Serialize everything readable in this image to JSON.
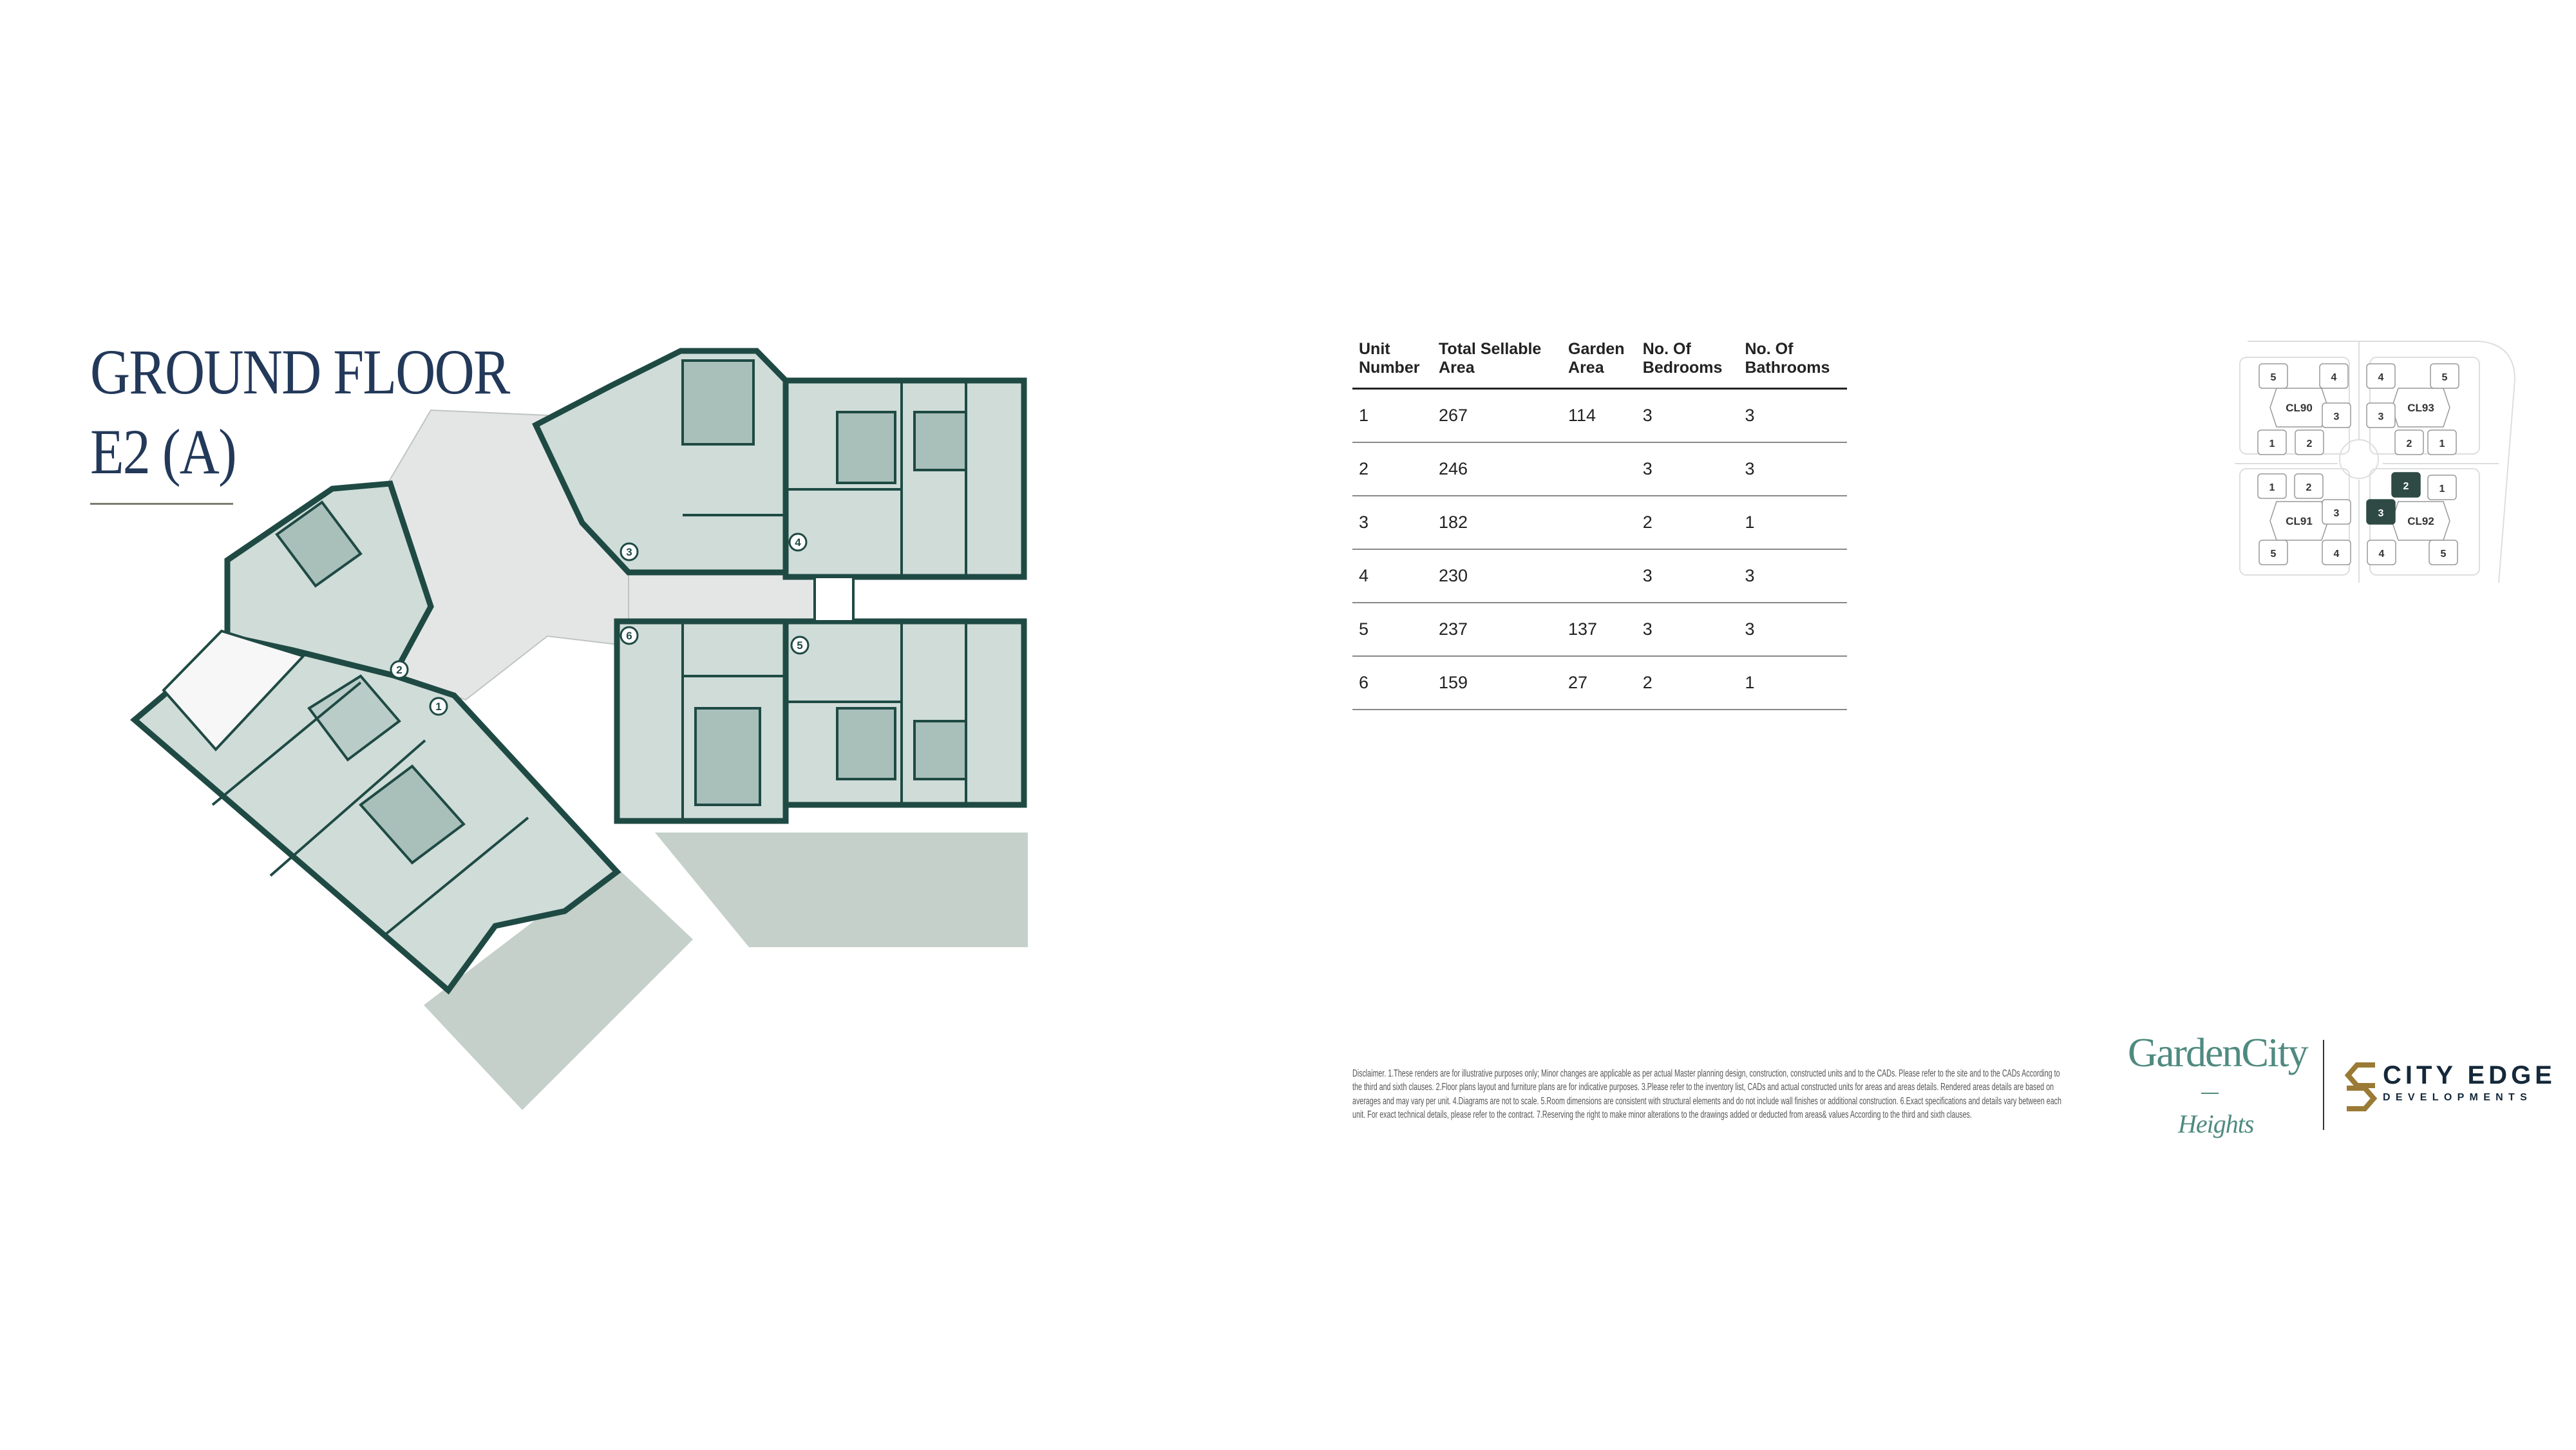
{
  "title": {
    "line1": "GROUND FLOOR",
    "line2": "E2 (A)"
  },
  "floor_plan": {
    "unit_markers": [
      "1",
      "2",
      "3",
      "4",
      "5",
      "6"
    ],
    "colors": {
      "room": "#cfdcd8",
      "room_dark": "#a9bfba",
      "wall": "#1f4a44",
      "circulation": "#e4e6e5",
      "garden": "#c4d0c9"
    }
  },
  "table": {
    "headers": [
      "Unit\nNumber",
      "Total Sellable\nArea",
      "Garden\nArea",
      "No. Of\nBedrooms",
      "No. Of\nBathrooms"
    ],
    "rows": [
      {
        "unit": "1",
        "area": "267",
        "garden": "114",
        "bedrooms": "3",
        "bathrooms": "3"
      },
      {
        "unit": "2",
        "area": "246",
        "garden": "",
        "bedrooms": "3",
        "bathrooms": "3"
      },
      {
        "unit": "3",
        "area": "182",
        "garden": "",
        "bedrooms": "2",
        "bathrooms": "1"
      },
      {
        "unit": "4",
        "area": "230",
        "garden": "",
        "bedrooms": "3",
        "bathrooms": "3"
      },
      {
        "unit": "5",
        "area": "237",
        "garden": "137",
        "bedrooms": "3",
        "bathrooms": "3"
      },
      {
        "unit": "6",
        "area": "159",
        "garden": "27",
        "bedrooms": "2",
        "bathrooms": "1"
      }
    ]
  },
  "key_map": {
    "highlight_color": "#2f4a45",
    "clusters": [
      {
        "name": "CL90",
        "units": [
          {
            "label": "5"
          },
          {
            "label": "4"
          },
          {
            "label": "3"
          },
          {
            "label": "1"
          },
          {
            "label": "2"
          }
        ]
      },
      {
        "name": "CL93",
        "units": [
          {
            "label": "4"
          },
          {
            "label": "5"
          },
          {
            "label": "3"
          },
          {
            "label": "2"
          },
          {
            "label": "1"
          }
        ]
      },
      {
        "name": "CL91",
        "units": [
          {
            "label": "1"
          },
          {
            "label": "2"
          },
          {
            "label": "3"
          },
          {
            "label": "5"
          },
          {
            "label": "4"
          }
        ]
      },
      {
        "name": "CL92",
        "units": [
          {
            "label": "2",
            "highlighted": true
          },
          {
            "label": "1"
          },
          {
            "label": "3",
            "highlighted": true
          },
          {
            "label": "4"
          },
          {
            "label": "5"
          }
        ]
      }
    ]
  },
  "disclaimer": "Disclaimer. 1.These renders are for illustrative purposes only; Minor changes are applicable as per actual Master planning design, construction, constructed units and to the CADs. Please refer to the site and to the CADs According to the third and sixth clauses. 2.Floor plans layout and furniture plans are for indicative purposes. 3.Please refer to the inventory list, CADs and actual constructed units for areas and areas details. Rendered areas details are based on averages and may vary per unit. 4.Diagrams are not to scale. 5.Room dimensions are consistent with structural elements and do not include wall finishes or additional construction. 6.Exact specifications and details vary between each unit. For exact technical details, please refer to the contract. 7.Reserving the right to make minor alterations to the drawings added or deducted from areas& values According to the third and sixth clauses.",
  "logos": {
    "garden_city": {
      "name": "GardenCity",
      "sub": "Heights",
      "color": "#4f8a80"
    },
    "city_edge": {
      "name": "CITY EDGE",
      "sub": "DEVELOPMENTS",
      "color": "#14283a",
      "icon_color": "#9a7a35"
    }
  }
}
